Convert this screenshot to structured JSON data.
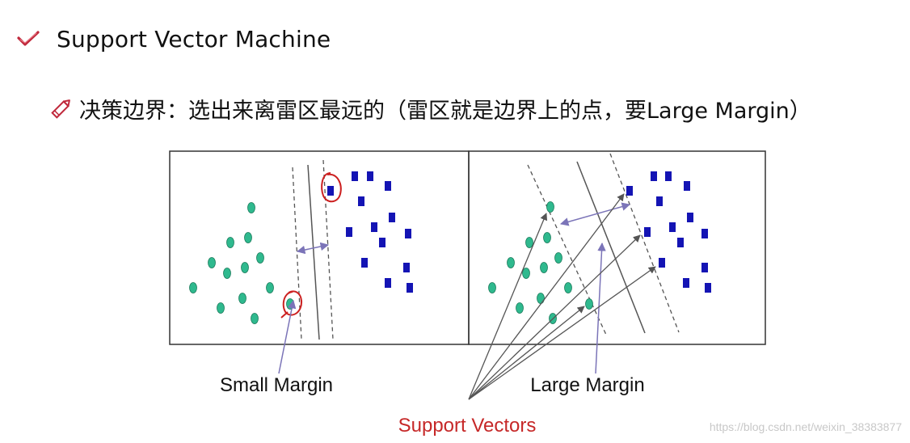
{
  "slide": {
    "title": "Support Vector Machine",
    "bullet": "决策边界：选出来离雷区最远的（雷区就是边界上的点，要Large Margin）"
  },
  "diagram": {
    "left_panel_label": "Small Margin",
    "right_panel_label": "Large Margin",
    "support_vectors_label": "Support Vectors"
  },
  "colors": {
    "circle_fill": "#2fb98e",
    "square_fill": "#1414b4",
    "annotation_red": "#cc2020",
    "support_label": "#c62828",
    "arrow_gray": "#555555",
    "arrow_purple": "#7b74b8"
  },
  "watermark": "https://blog.csdn.net/weixin_38383877"
}
